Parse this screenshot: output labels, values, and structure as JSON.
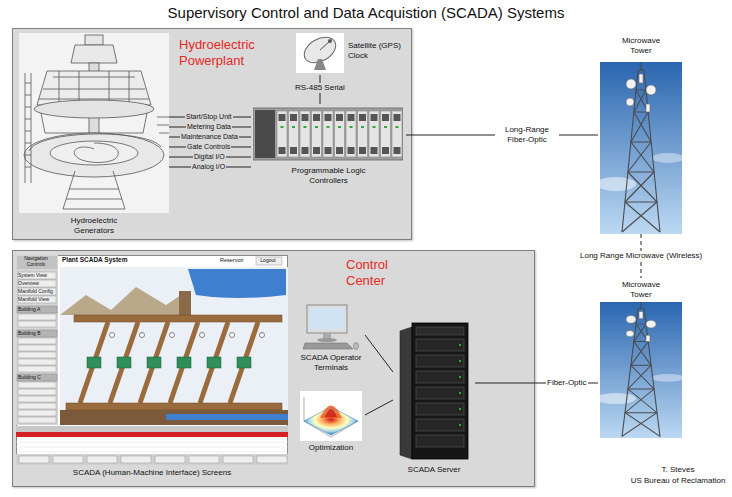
{
  "diagram": {
    "title": "Supervisory Control and Data Acquistion (SCADA) Systems",
    "nodes": [
      {
        "text": [
          "Hydroelectric Powerplant"
        ]
      },
      {
        "text": [
          "Hydroelectric Generators"
        ],
        "in": 0
      },
      {
        "text": [
          "Satellite (GPS) Clock"
        ],
        "in": 0
      },
      {
        "text": [
          "Programmable Logic Controllers"
        ],
        "in": 0
      },
      {
        "text": [
          "Microwave Tower"
        ]
      },
      {
        "text": [
          "Microwave Tower"
        ]
      },
      {
        "text": [
          "Control Center"
        ]
      },
      {
        "text": [
          "SCADA (Human-Machine Interface) Screens"
        ],
        "in": 6
      },
      {
        "text": [
          "SCADA Operator Terminals"
        ],
        "in": 6
      },
      {
        "text": [
          "Optimization"
        ],
        "in": 6
      },
      {
        "text": [
          "SCADA Server"
        ],
        "in": 6
      }
    ],
    "edges": [
      {
        "from": 1,
        "to": 3,
        "label": "Start/Stop Unit",
        "arrow": "none"
      },
      {
        "from": 1,
        "to": 3,
        "label": "Metering Data",
        "arrow": "none"
      },
      {
        "from": 1,
        "to": 3,
        "label": "Maintenance Data",
        "arrow": "none"
      },
      {
        "from": 1,
        "to": 3,
        "label": "Gate Controls",
        "arrow": "none"
      },
      {
        "from": 1,
        "to": 3,
        "label": "Digital I/O",
        "arrow": "none"
      },
      {
        "from": 1,
        "to": 3,
        "label": "Analog I/O",
        "arrow": "none"
      },
      {
        "from": 2,
        "to": 3,
        "label": "RS-485 Serial",
        "arrow": "none"
      },
      {
        "from": 3,
        "to": 4,
        "label": "Long-Range Fiber-Optic",
        "arrow": "none"
      },
      {
        "from": 4,
        "to": 5,
        "label": "Long Range Microwave (Wireless)",
        "arrow": "none"
      },
      {
        "from": 10,
        "to": 5,
        "label": "Fiber-Optic",
        "arrow": "none"
      },
      {
        "from": 8,
        "to": 10,
        "arrow": "none"
      },
      {
        "from": 9,
        "to": 10,
        "arrow": "none"
      }
    ],
    "labels": [
      "Navigation Controls",
      "Plant SCADA System",
      "Reservoir",
      "Logout",
      "System View",
      "Overview",
      "Manifold Config",
      "Manifold View",
      "Building A",
      "Building B",
      "Building C",
      "T. Steves",
      "US Bureau of Reclamation"
    ]
  }
}
